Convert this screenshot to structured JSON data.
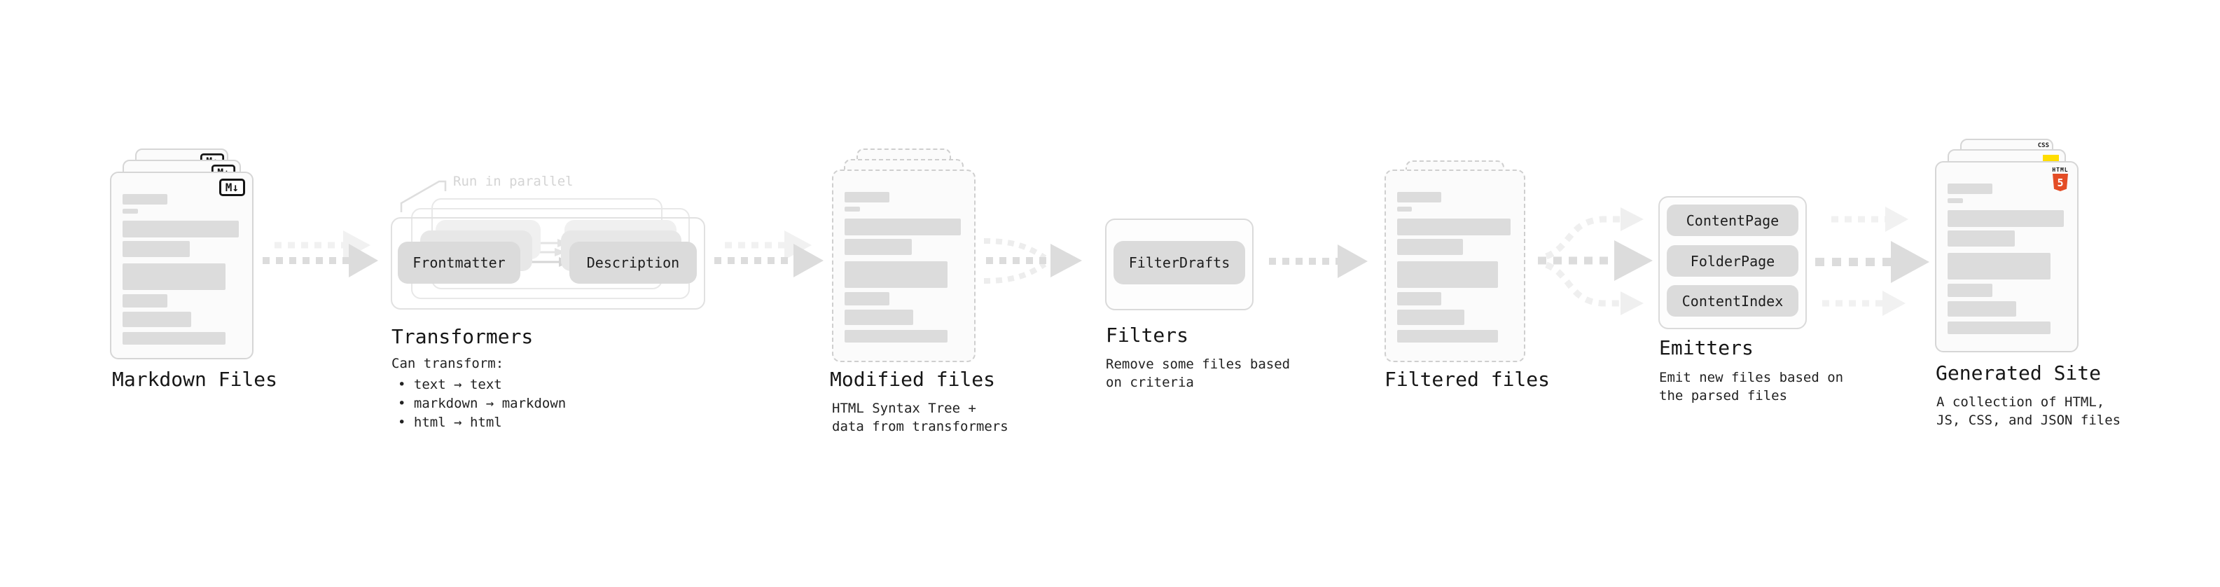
{
  "diagram": {
    "stage_markdown": {
      "title": "Markdown Files",
      "icon_label": "M↓"
    },
    "stage_transformers": {
      "annotation": "Run in parallel",
      "node_frontmatter": "Frontmatter",
      "node_description": "Description",
      "title": "Transformers",
      "subtitle": "Can transform:",
      "bullets": [
        "• text → text",
        "• markdown → markdown",
        "• html → html"
      ]
    },
    "stage_modified": {
      "title": "Modified files",
      "subtitle": "HTML Syntax Tree +\ndata from transformers"
    },
    "stage_filters": {
      "title": "Filters",
      "subtitle": "Remove some files based\non criteria",
      "node_filterdrafts": "FilterDrafts"
    },
    "stage_filtered": {
      "title": "Filtered files"
    },
    "stage_emitters": {
      "title": "Emitters",
      "subtitle": "Emit new files based on\nthe parsed files",
      "nodes": [
        "ContentPage",
        "FolderPage",
        "ContentIndex"
      ]
    },
    "stage_generated": {
      "title": "Generated Site",
      "subtitle": "A collection of HTML,\nJS, CSS, and JSON files",
      "icon_html_label": "HTML",
      "icon_html_number": "5",
      "icon_css_label": "CSS"
    },
    "colors": {
      "html5_orange": "#e44d26",
      "js_yellow": "#ffdd00",
      "css_blue": "#2d6ef5",
      "arrow_dark": "#dcdcdc",
      "arrow_light": "#f1f1f1"
    }
  }
}
